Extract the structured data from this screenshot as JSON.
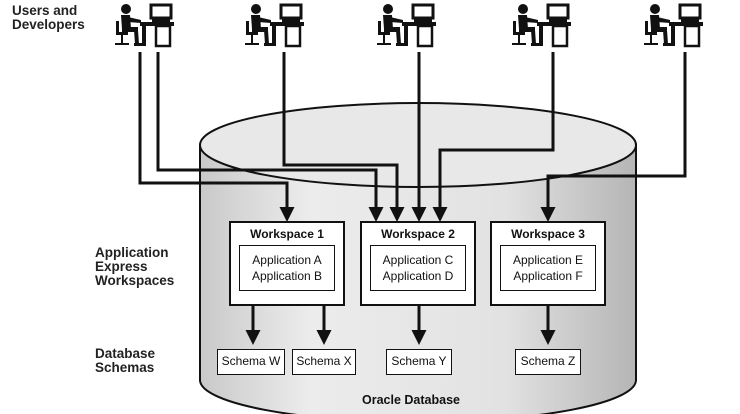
{
  "labels": {
    "users": [
      "Users and",
      "Developers"
    ],
    "workspaces": [
      "Application",
      "Express",
      "Workspaces"
    ],
    "schemas": [
      "Database",
      "Schemas"
    ],
    "database": "Oracle Database"
  },
  "workspaces": [
    {
      "title": "Workspace 1",
      "apps": [
        "Application A",
        "Application B"
      ]
    },
    {
      "title": "Workspace 2",
      "apps": [
        "Application C",
        "Application D"
      ]
    },
    {
      "title": "Workspace 3",
      "apps": [
        "Application E",
        "Application F"
      ]
    }
  ],
  "schemas": [
    "Schema W",
    "Schema X",
    "Schema Y",
    "Schema Z"
  ],
  "icons": [
    "user-at-desk-icon",
    "user-at-desk-icon",
    "user-at-desk-icon",
    "user-at-desk-icon",
    "user-at-desk-icon"
  ],
  "colors": {
    "line": "#111111",
    "cylinder_top": "#e6e6e6",
    "cylinder_body": "#d9d9d9"
  }
}
